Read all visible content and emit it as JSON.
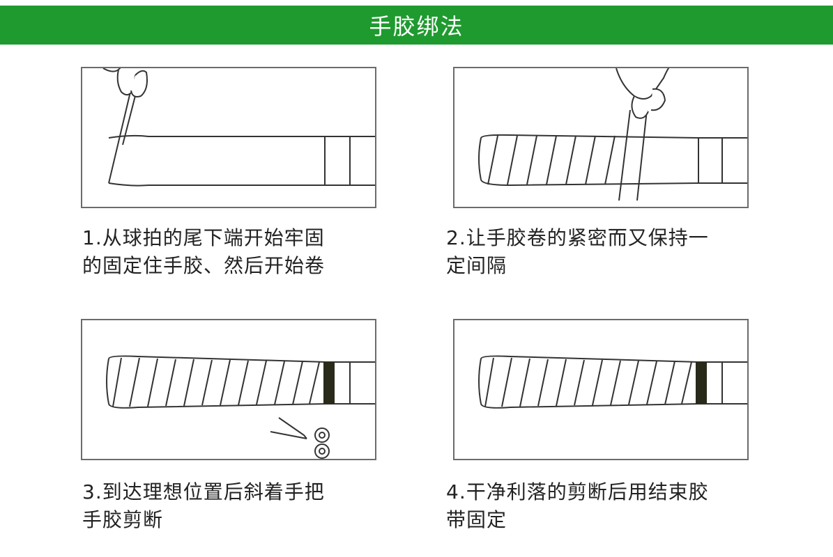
{
  "header": {
    "title": "手胶绑法"
  },
  "colors": {
    "header_bg": "#1f9a2f",
    "band": "#2a2a1a",
    "line": "#333333"
  },
  "steps": [
    {
      "lines": [
        "1.从球拍的尾下端开始牢固",
        "的固定住手胶、然后开始卷"
      ]
    },
    {
      "lines": [
        "2.让手胶卷的紧密而又保持一",
        "定间隔"
      ]
    },
    {
      "lines": [
        "3.到达理想位置后斜着手把",
        "手胶剪断"
      ]
    },
    {
      "lines": [
        "4.干净利落的剪断后用结束胶",
        "带固定"
      ]
    }
  ],
  "icons": {
    "panel1": "hand-icon",
    "panel2": "hand-icon",
    "panel3": "scissors-icon"
  }
}
